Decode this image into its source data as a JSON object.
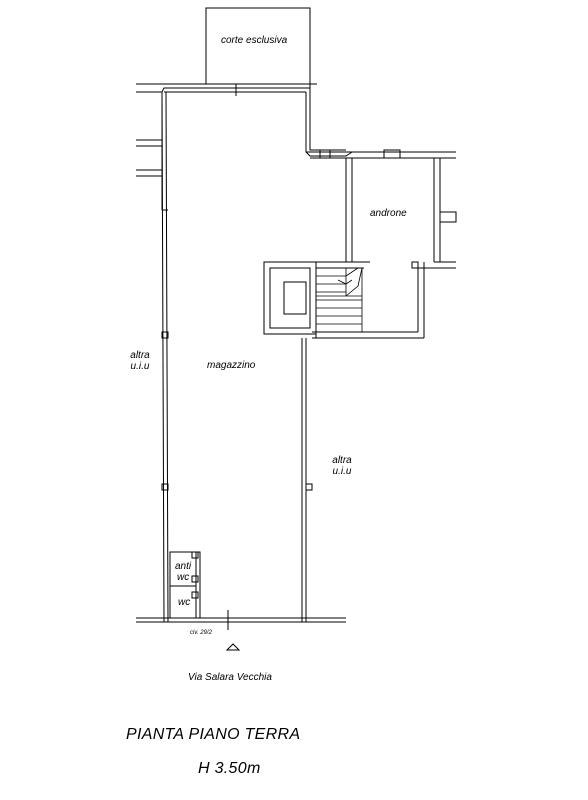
{
  "rooms": {
    "corte": "corte esclusiva",
    "androne": "androne",
    "magazzino": "magazzino",
    "altra_left_1": "altra",
    "altra_left_2": "u.i.u",
    "altra_right_1": "altra",
    "altra_right_2": "u.i.u",
    "anti": "anti",
    "wc_upper": "wc",
    "wc_lower": "wc"
  },
  "civic": "civ. 29/2",
  "street": "Via Salara Vecchia",
  "title": {
    "line1": "PIANTA PIANO TERRA",
    "line2": "H 3.50m"
  }
}
